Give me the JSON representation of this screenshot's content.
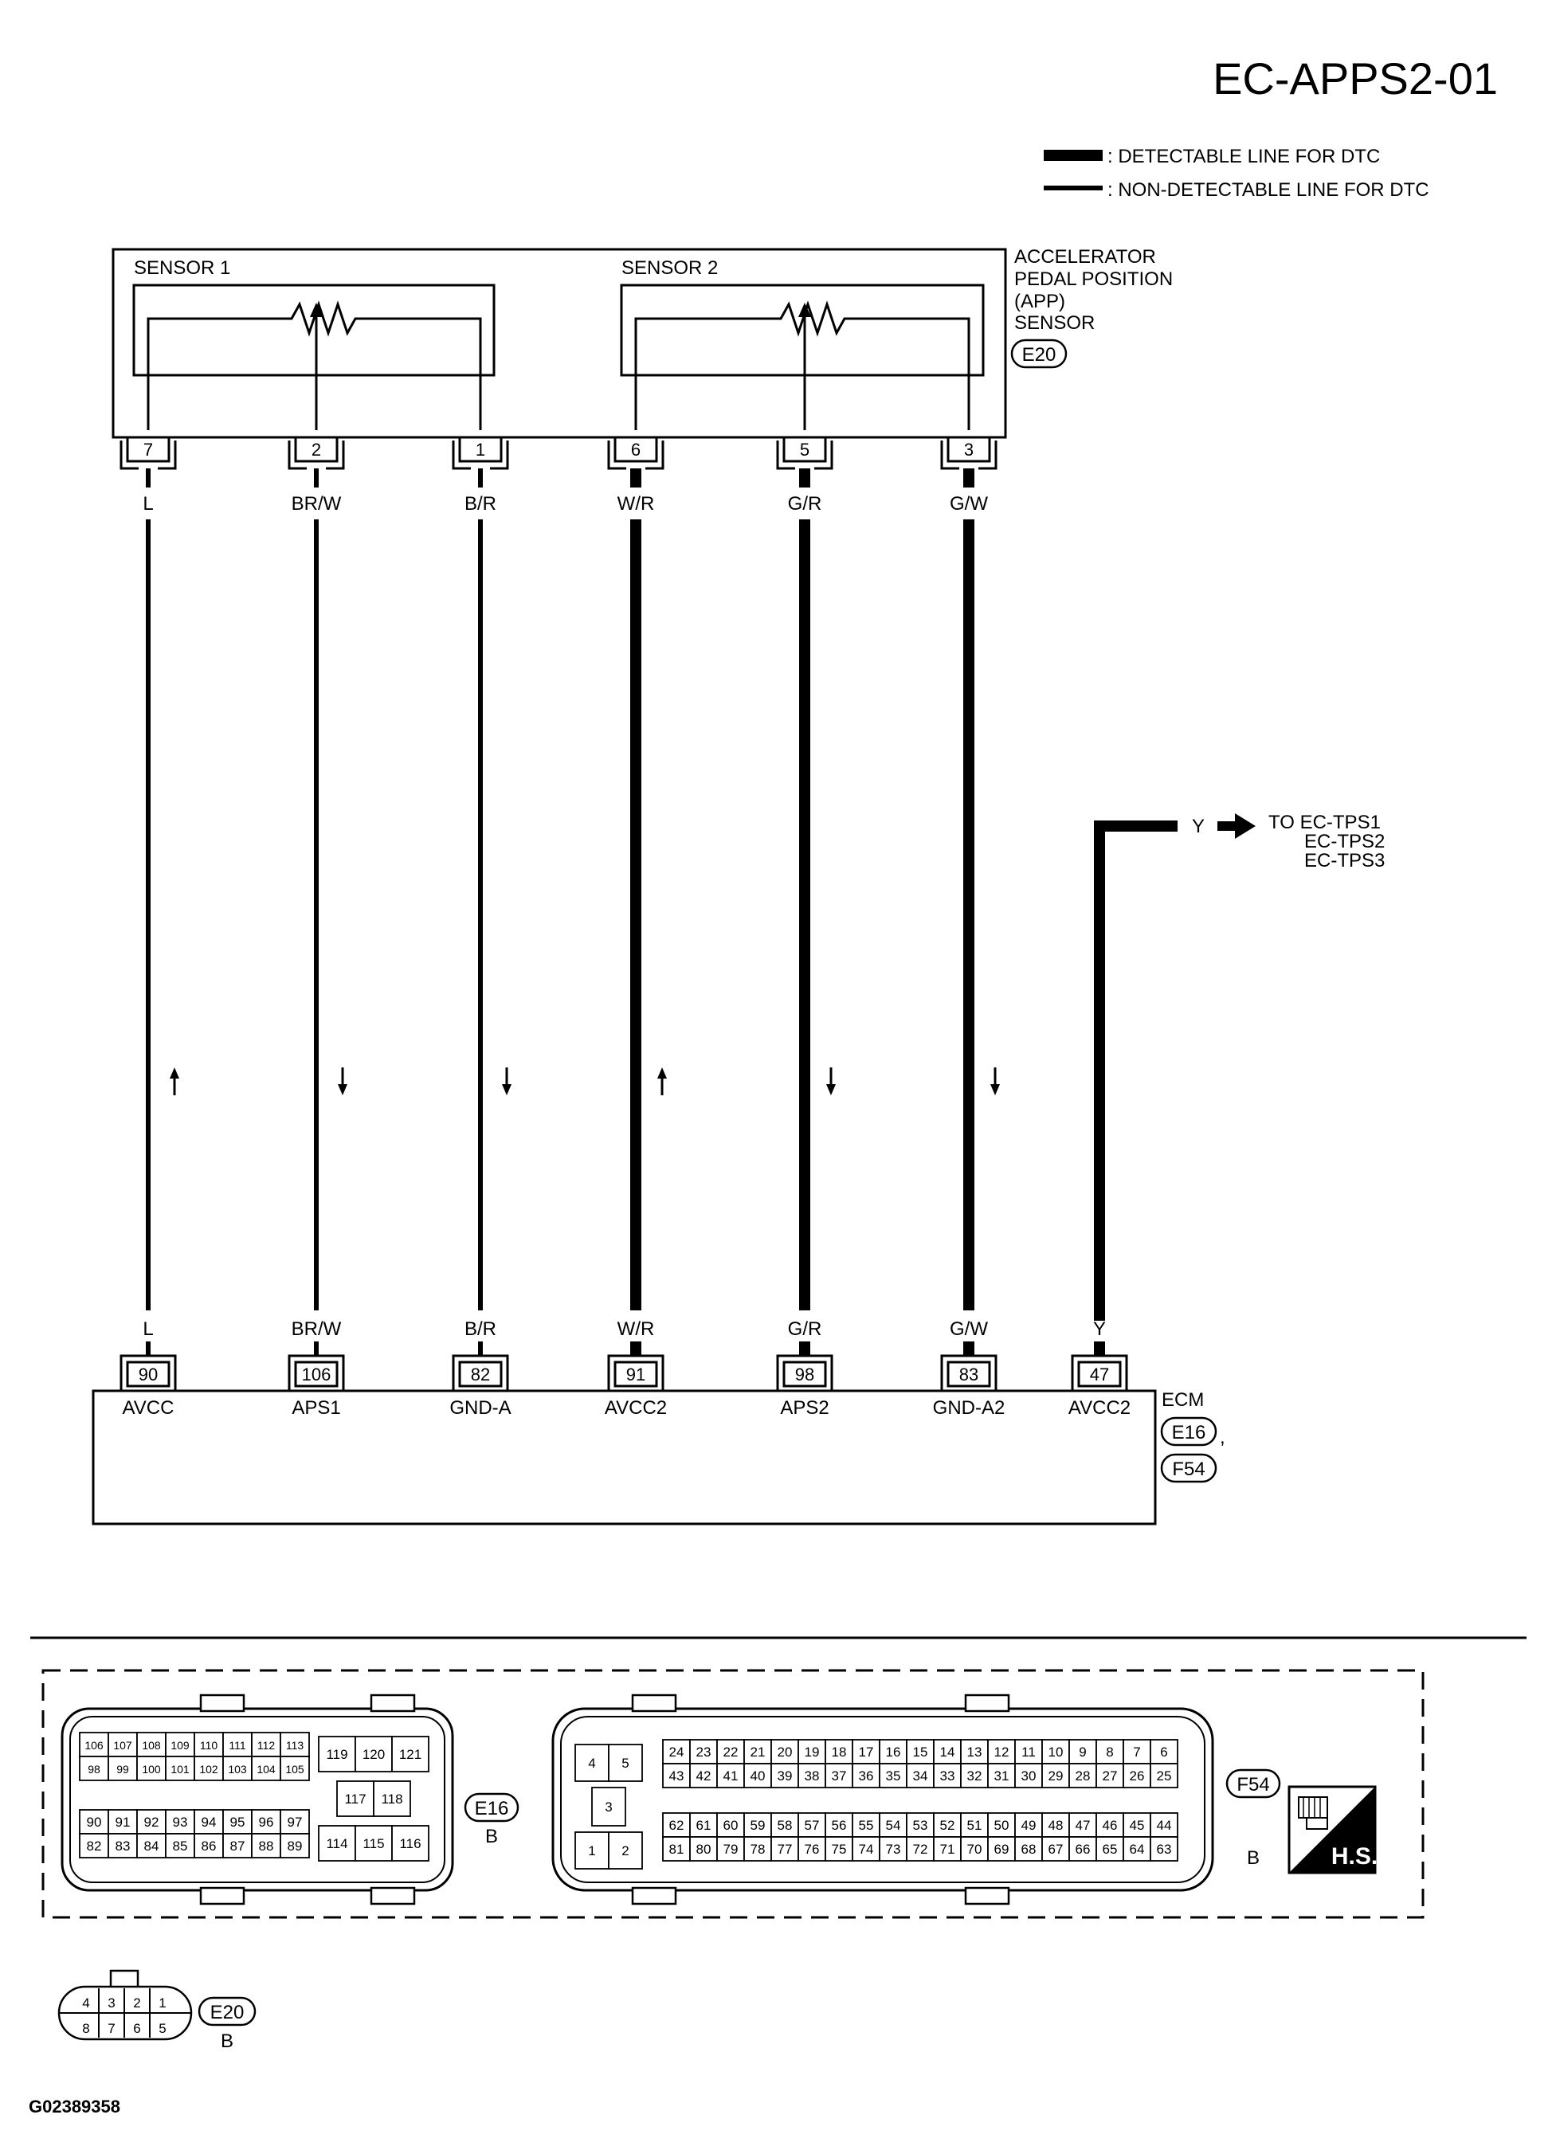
{
  "page_title": "EC-APPS2-01",
  "legend": {
    "detectable": ": DETECTABLE LINE FOR DTC",
    "non_detectable": ": NON-DETECTABLE LINE FOR DTC"
  },
  "sensor": {
    "name_lines": [
      "ACCELERATOR",
      "PEDAL POSITION",
      "(APP)",
      "SENSOR"
    ],
    "connector": "E20",
    "sensor1": "SENSOR 1",
    "sensor2": "SENSOR 2"
  },
  "wires": [
    {
      "sensor_pin": "7",
      "color": "L",
      "ecm_pin": "90",
      "ecm_term": "AVCC",
      "detectable": false,
      "arrow": "up"
    },
    {
      "sensor_pin": "2",
      "color": "BR/W",
      "ecm_pin": "106",
      "ecm_term": "APS1",
      "detectable": false,
      "arrow": "down"
    },
    {
      "sensor_pin": "1",
      "color": "B/R",
      "ecm_pin": "82",
      "ecm_term": "GND-A",
      "detectable": false,
      "arrow": "down"
    },
    {
      "sensor_pin": "6",
      "color": "W/R",
      "ecm_pin": "91",
      "ecm_term": "AVCC2",
      "detectable": true,
      "arrow": "up"
    },
    {
      "sensor_pin": "5",
      "color": "G/R",
      "ecm_pin": "98",
      "ecm_term": "APS2",
      "detectable": true,
      "arrow": "down"
    },
    {
      "sensor_pin": "3",
      "color": "G/W",
      "ecm_pin": "83",
      "ecm_term": "GND-A2",
      "detectable": true,
      "arrow": "down"
    },
    {
      "sensor_pin": "",
      "color": "Y",
      "ecm_pin": "47",
      "ecm_term": "AVCC2",
      "detectable": true,
      "arrow": ""
    }
  ],
  "branch": {
    "color": "Y",
    "to_lines": [
      "TO EC-TPS1",
      "EC-TPS2",
      "EC-TPS3"
    ]
  },
  "ecm": {
    "label": "ECM",
    "connectors": [
      "E16",
      "F54"
    ],
    "separator": ","
  },
  "connector_e16": {
    "id": "E16",
    "color_code": "B",
    "grid_top": [
      [
        "106",
        "107",
        "108",
        "109",
        "110",
        "111",
        "112",
        "113"
      ],
      [
        "98",
        "99",
        "100",
        "101",
        "102",
        "103",
        "104",
        "105"
      ]
    ],
    "grid_bottom": [
      [
        "90",
        "91",
        "92",
        "93",
        "94",
        "95",
        "96",
        "97"
      ],
      [
        "82",
        "83",
        "84",
        "85",
        "86",
        "87",
        "88",
        "89"
      ]
    ],
    "right_top": [
      "119",
      "120",
      "121"
    ],
    "right_mid": [
      "117",
      "118"
    ],
    "right_bottom": [
      "114",
      "115",
      "116"
    ]
  },
  "connector_f54": {
    "id": "F54",
    "color_code": "B",
    "left_top": [
      "4",
      "5"
    ],
    "left_mid": "3",
    "left_bottom": [
      "1",
      "2"
    ],
    "row1": [
      "24",
      "23",
      "22",
      "21",
      "20",
      "19",
      "18",
      "17",
      "16",
      "15",
      "14",
      "13",
      "12",
      "11",
      "10",
      "9",
      "8",
      "7",
      "6"
    ],
    "row2": [
      "43",
      "42",
      "41",
      "40",
      "39",
      "38",
      "37",
      "36",
      "35",
      "34",
      "33",
      "32",
      "31",
      "30",
      "29",
      "28",
      "27",
      "26",
      "25"
    ],
    "row3": [
      "62",
      "61",
      "60",
      "59",
      "58",
      "57",
      "56",
      "55",
      "54",
      "53",
      "52",
      "51",
      "50",
      "49",
      "48",
      "47",
      "46",
      "45",
      "44"
    ],
    "row4": [
      "81",
      "80",
      "79",
      "78",
      "77",
      "76",
      "75",
      "74",
      "73",
      "72",
      "71",
      "70",
      "69",
      "68",
      "67",
      "66",
      "65",
      "64",
      "63"
    ]
  },
  "hs_badge": "H.S.",
  "connector_e20": {
    "id": "E20",
    "color_code": "B",
    "top": [
      "4",
      "3",
      "2",
      "1"
    ],
    "bottom": [
      "8",
      "7",
      "6",
      "5"
    ]
  },
  "figure_code": "G02389358"
}
